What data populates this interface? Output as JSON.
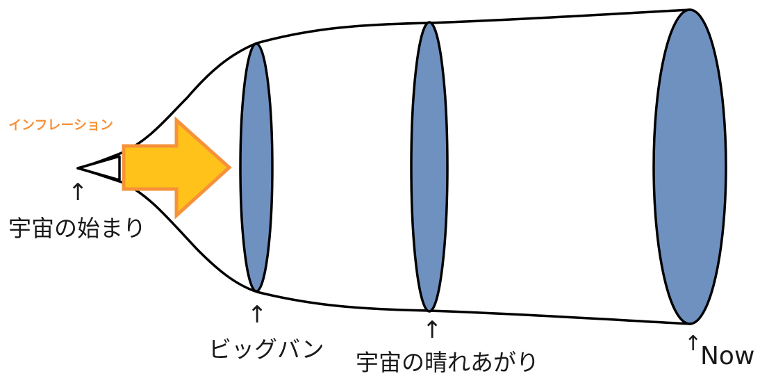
{
  "labels": {
    "inflation": "インフレーション",
    "start_of_universe": "宇宙の始まり",
    "big_bang": "ビッグバン",
    "clearing_of_universe": "宇宙の晴れあがり",
    "now": "Now",
    "arrow": "↑"
  },
  "colors": {
    "ellipse_fill": "#6f91c0",
    "outline": "#000000",
    "arrow_fill": "#ffc21a",
    "arrow_stroke": "#f6923a",
    "inflation_text": "#f6923a"
  }
}
